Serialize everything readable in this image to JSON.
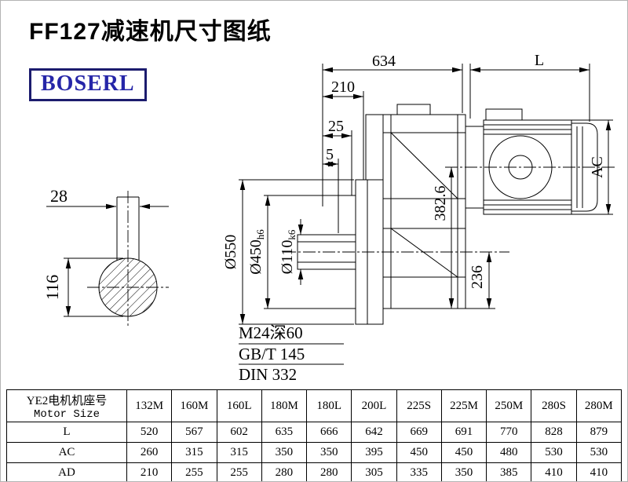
{
  "page": {
    "title": "FF127减速机尺寸图纸",
    "brand": "BOSERL"
  },
  "drawing": {
    "dim_634": "634",
    "dim_L": "L",
    "dim_210": "210",
    "dim_25": "25",
    "dim_5": "5",
    "dim_550": "Ø550",
    "dim_450": "Ø450",
    "dim_450_tol": "h6",
    "dim_110": "Ø110",
    "dim_110_tol": "k6",
    "dim_382": "382.6",
    "dim_236": "236",
    "dim_AC": "AC",
    "dim_28": "28",
    "dim_116": "116",
    "note_thread": "M24深60",
    "note_gb": "GB/T 145",
    "note_din": "DIN 332"
  },
  "table": {
    "header": {
      "cn": "YE2电机机座号",
      "en": "Motor Size"
    },
    "columns": [
      "132M",
      "160M",
      "160L",
      "180M",
      "180L",
      "200L",
      "225S",
      "225M",
      "250M",
      "280S",
      "280M"
    ],
    "rows": [
      {
        "label": "L",
        "values": [
          "520",
          "567",
          "602",
          "635",
          "666",
          "642",
          "669",
          "691",
          "770",
          "828",
          "879"
        ]
      },
      {
        "label": "AC",
        "values": [
          "260",
          "315",
          "315",
          "350",
          "350",
          "395",
          "450",
          "450",
          "480",
          "530",
          "530"
        ]
      },
      {
        "label": "AD",
        "values": [
          "210",
          "255",
          "255",
          "280",
          "280",
          "305",
          "335",
          "350",
          "385",
          "410",
          "410"
        ]
      }
    ]
  }
}
